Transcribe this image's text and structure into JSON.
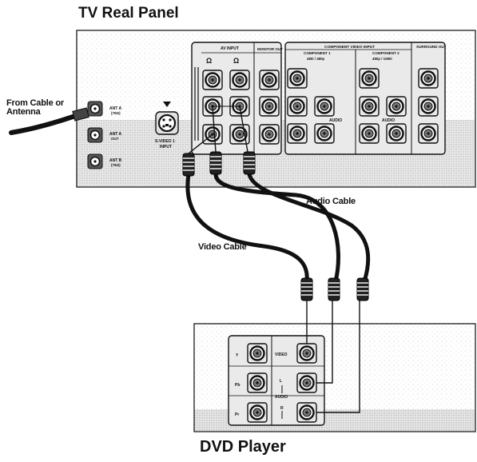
{
  "tv_panel": {
    "title": "TV Real Panel",
    "av_input": "AV INPUT",
    "monitor_out": "MONITOR OUT",
    "component_video_input": "COMPONENT VIDEO INPUT",
    "component1": "COMPONENT 1",
    "component1_res": "480i / 480p",
    "component2": "COMPONENT 2",
    "component2_res": "480p / 1080i",
    "surround_out": "SURROUND OUT",
    "svideo": "S-VIDEO 1",
    "svideo_input": "INPUT",
    "audio": "AUDIO",
    "ant_a": "ANT A",
    "ant_a_sub": "(75Ω)",
    "ant_out": "ANT A",
    "ant_out_sub": "OUT",
    "ant_b": "ANT B",
    "ant_b_sub": "(75Ω)"
  },
  "labels": {
    "from_cable": "From Cable or Antenna",
    "audio_cable": "Audio Cable",
    "video_cable": "Video Cable"
  },
  "dvd_panel": {
    "title": "DVD Player",
    "y": "Y",
    "pb": "Pb",
    "pr": "Pr",
    "video": "VIDEO",
    "l": "L",
    "audio": "AUDIO",
    "r": "R"
  }
}
